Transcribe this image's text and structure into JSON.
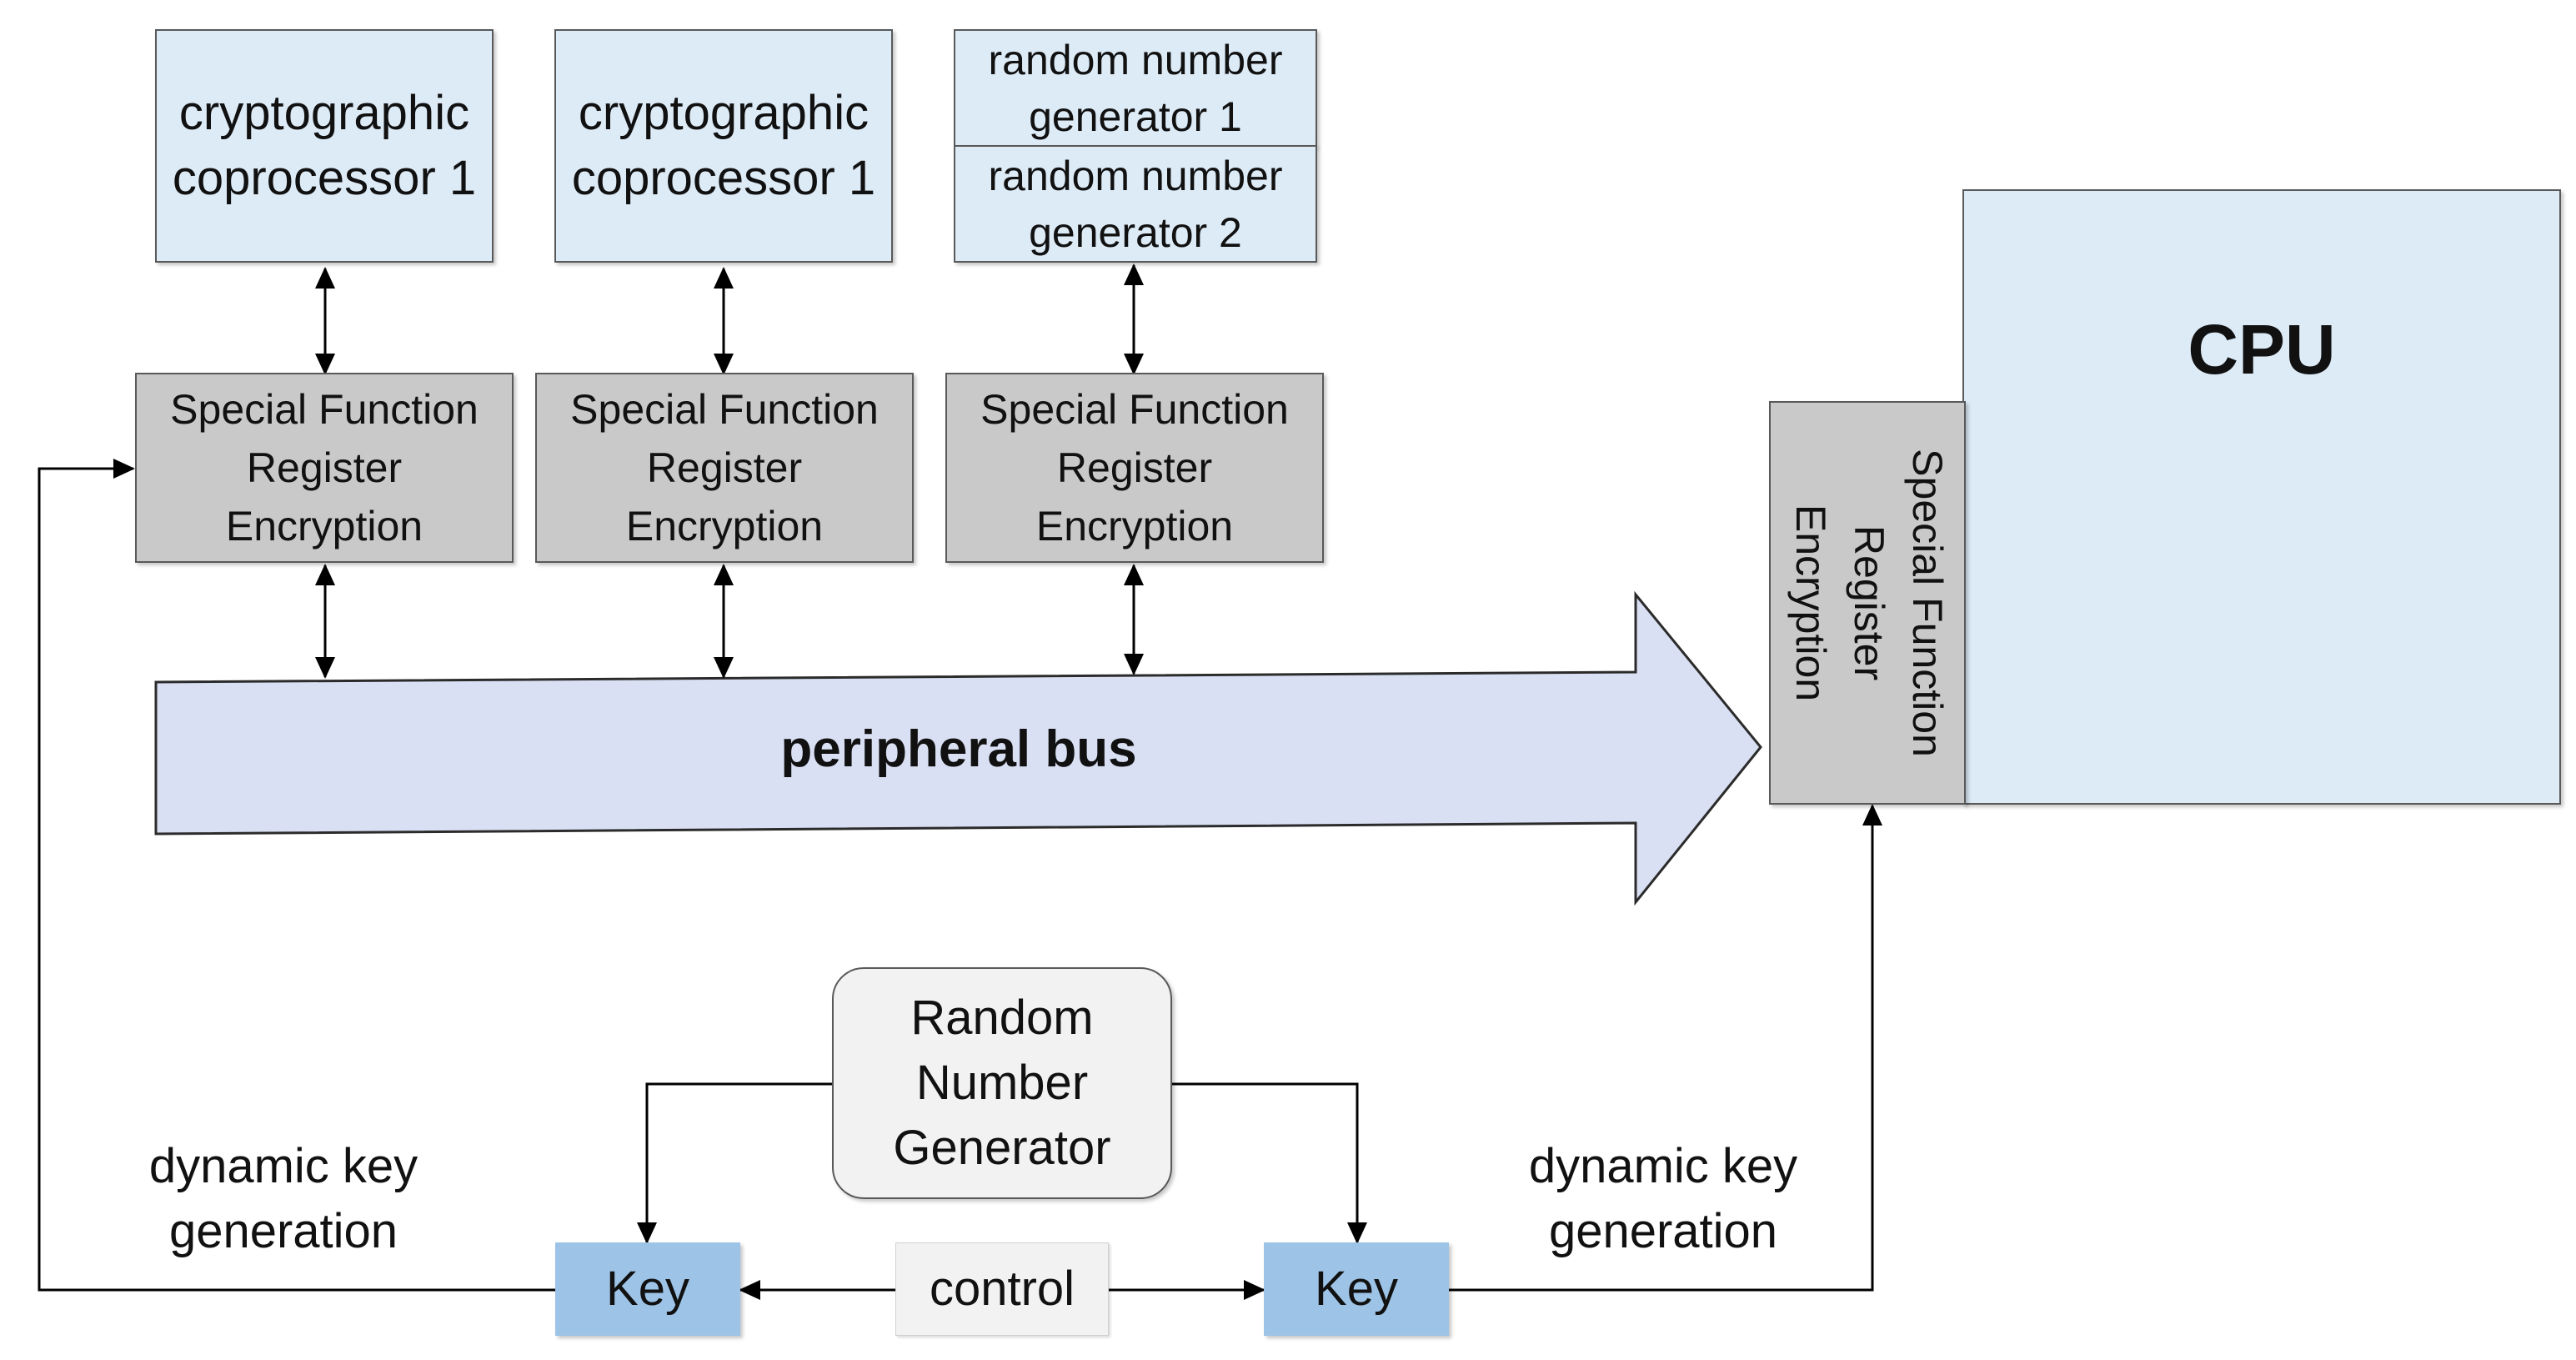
{
  "coprocessors": [
    {
      "label": "cryptographic\ncoprocessor 1"
    },
    {
      "label": "cryptographic\ncoprocessor 1"
    }
  ],
  "rng_stack": [
    {
      "label": "random number\ngenerator 1"
    },
    {
      "label": "random number\ngenerator 2"
    }
  ],
  "sfr_blocks": [
    {
      "label": "Special Function\nRegister\nEncryption"
    },
    {
      "label": "Special Function\nRegister\nEncryption"
    },
    {
      "label": "Special Function\nRegister\nEncryption"
    }
  ],
  "cpu": {
    "label": "CPU",
    "sfr_label": "Special Function\nRegister\nEncryption"
  },
  "bus": {
    "label": "peripheral bus"
  },
  "random_number_generator": {
    "label": "Random\nNumber\nGenerator"
  },
  "keys": [
    {
      "label": "Key"
    },
    {
      "label": "Key"
    }
  ],
  "control": {
    "label": "control"
  },
  "dynamic_key_left": {
    "label": "dynamic key\ngeneration"
  },
  "dynamic_key_right": {
    "label": "dynamic key\ngeneration"
  },
  "colors": {
    "light_blue": "#ddebf7",
    "sfr_grey": "#c9c9c9",
    "key_blue": "#9dc3e6",
    "bus_fill": "#dae0f3",
    "rng_fill": "#f2f2f2"
  }
}
